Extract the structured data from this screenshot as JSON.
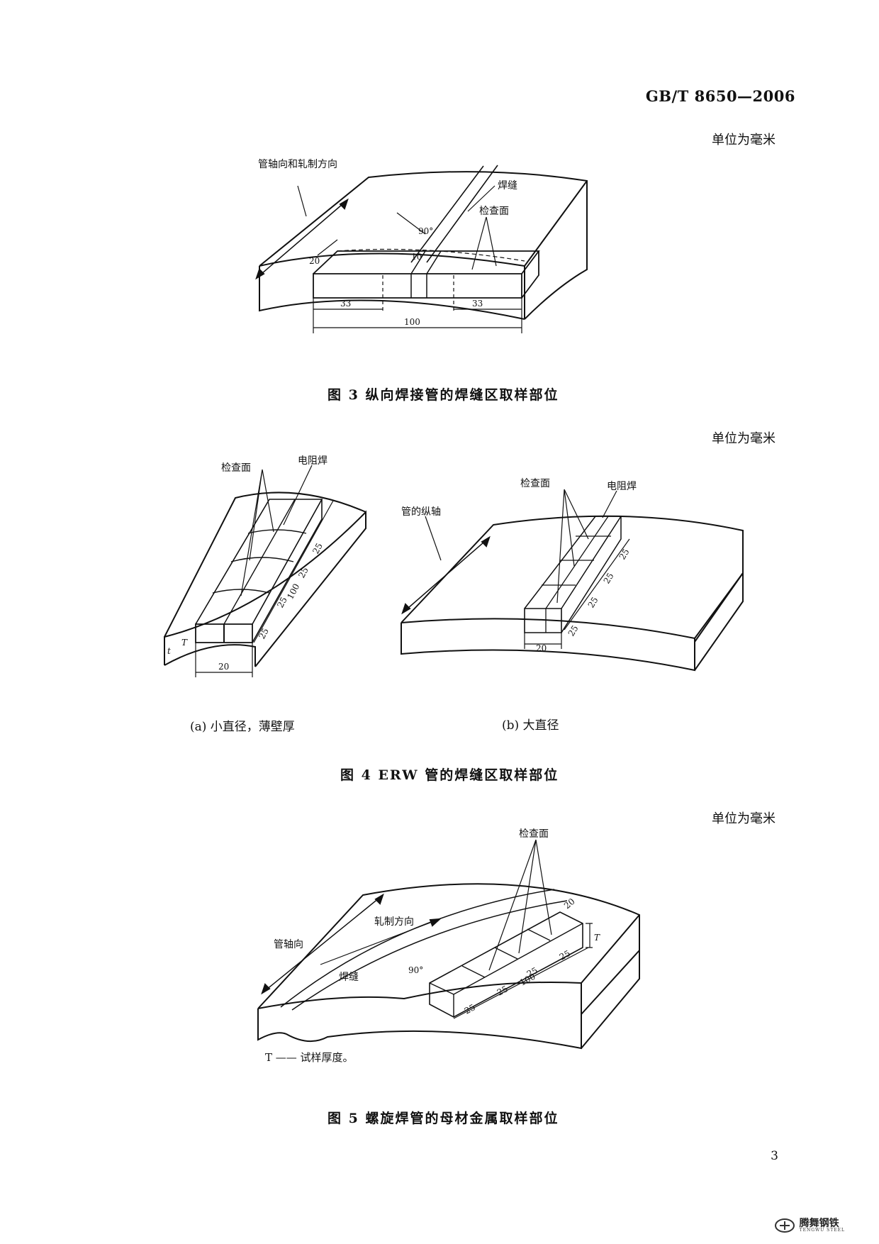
{
  "header": {
    "standard": "GB/T 8650—2006"
  },
  "fig3": {
    "unit": "单位为毫米",
    "labels": {
      "axis": "管轴向和轧制方向",
      "weld": "焊缝",
      "face": "检查面",
      "angle": "90°"
    },
    "dims": {
      "d20": "20",
      "d10": "10",
      "d33a": "33",
      "d33b": "33",
      "d100": "100"
    },
    "caption": "图 3   纵向焊接管的焊缝区取样部位"
  },
  "fig4": {
    "unit": "单位为毫米",
    "a": {
      "labels": {
        "face": "检查面",
        "erw": "电阻焊",
        "T": "T",
        "t": "t"
      },
      "dims": {
        "w20": "20",
        "s1": "25",
        "s2": "25",
        "s3": "25",
        "s4": "25",
        "total": "100"
      },
      "caption": "(a)  小直径，薄壁厚"
    },
    "b": {
      "labels": {
        "face": "检查面",
        "erw": "电阻焊",
        "axis": "管的纵轴"
      },
      "dims": {
        "w20": "20",
        "s1": "25",
        "s2": "25",
        "s3": "25",
        "s4": "25"
      },
      "caption": "(b)  大直径"
    },
    "caption": "图 4   ERW 管的焊缝区取样部位"
  },
  "fig5": {
    "unit": "单位为毫米",
    "labels": {
      "face": "检查面",
      "roll": "轧制方向",
      "axis": "管轴向",
      "weld": "焊缝",
      "angle": "90°",
      "T": "T"
    },
    "dims": {
      "w20": "20",
      "s1": "25",
      "s2": "25",
      "s3": "25",
      "s4": "25",
      "total": "100"
    },
    "note": "T —— 试样厚度。",
    "caption": "图 5   螺旋焊管的母材金属取样部位"
  },
  "footer": {
    "page": "3",
    "logo_cn": "腾舞钢铁",
    "logo_en": "TENGWU STEEL"
  }
}
